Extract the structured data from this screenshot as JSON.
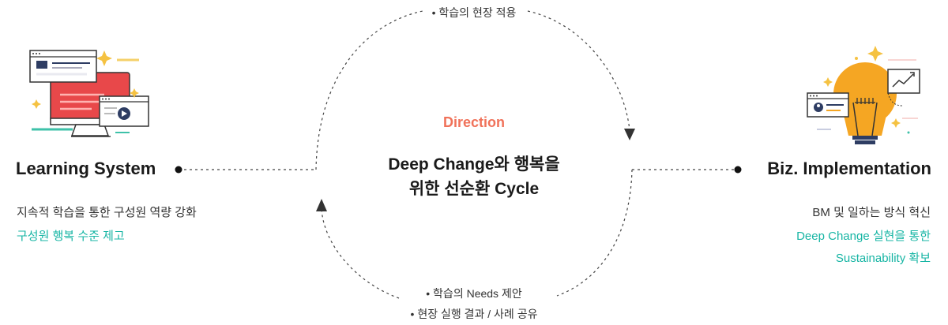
{
  "left": {
    "title": "Learning System",
    "description": "지속적 학습을 통한 구성원 역량 강화",
    "accent": "구성원 행복 수준 제고"
  },
  "right": {
    "title": "Biz. Implementation",
    "description": "BM 및 일하는 방식 혁신",
    "accent_line1": "Deep Change 실현을 통한",
    "accent_line2": "Sustainability 확보"
  },
  "center": {
    "label": "Direction",
    "title_line1": "Deep Change와 행복을",
    "title_line2": "위한 선순환 Cycle"
  },
  "cycle": {
    "top_item": "• 학습의 현장 적용",
    "bottom_items": [
      "• 학습의 Needs 제안",
      "• 현장 실행 결과 / 사례 공유"
    ]
  },
  "colors": {
    "accent_teal": "#17b5a4",
    "direction_coral": "#f0725a",
    "laptop_red": "#e8484a",
    "bulb_orange": "#f5a623",
    "dash_gray": "#444444"
  },
  "icons": [
    "learning-screens-icon",
    "lightbulb-chart-icon"
  ]
}
